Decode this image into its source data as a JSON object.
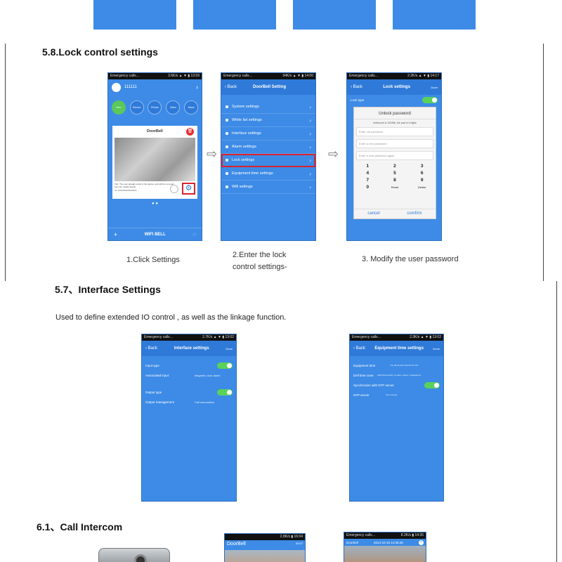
{
  "lock_section": {
    "title": "5.8.Lock control settings",
    "step1_caption": "1.Click Settings",
    "step2_caption_line1": "2.Enter the lock",
    "step2_caption_line2": "control settings-",
    "step3_caption": "3. Modify the user password"
  },
  "phone1": {
    "status_left": "Emergency calls…",
    "status_right": "3.6K/s ▲ ▼ ▮ 13:59",
    "device_id": "111111",
    "modes": [
      "Intro",
      "Record",
      "Picture",
      "Video",
      "Mood"
    ],
    "card_title": "DoorBell",
    "notice_text": "Tips: The user already exists in the device, and will be removed from the mobile device.",
    "notice_sub": "ID: 1000000000000000",
    "bottom_title": "WIFI BELL"
  },
  "phone2": {
    "status_left": "Emergency calls…",
    "status_right": "94K/s ▲ ▼ ▮ 14:00",
    "back": "Back",
    "title": "DoorBell Setting",
    "items": [
      "System settings",
      "White list settings",
      "Interface settings",
      "Alarm settings",
      "Lock settings",
      "Equipment time settings",
      "Wifi settings"
    ]
  },
  "phone3": {
    "status_left": "Emergency calls…",
    "status_right": "2.2K/s ▲ ▼ ▮ 14:17",
    "back": "Back",
    "title": "Lock settings",
    "done": "Done",
    "bg_row": "Lock type",
    "dialog_title": "Unlock password",
    "dialog_hint": "Initial pwd is 123456, the pwd is 6 digits",
    "field_old": "Enter old password",
    "field_new": "Enter a new password",
    "field_again": "Enter a new password again",
    "keys": [
      "1",
      "2",
      "3",
      "4",
      "5",
      "6",
      "7",
      "8",
      "9",
      "0",
      "Reset",
      "Delete"
    ],
    "cancel": "cancel",
    "confirm": "comfirm"
  },
  "interface_section": {
    "title": "5.7、Interface Settings",
    "description": "Used to define extended IO control , as well as the linkage function."
  },
  "phone4": {
    "status_left": "Emergency calls…",
    "status_right": "2.7K/s ▲ ▼ ▮ 13:02",
    "back": "Back",
    "title": "Interface settings",
    "done": "Done",
    "rows": [
      {
        "k": "Input type",
        "v": ""
      },
      {
        "k": "Associated input",
        "v": "Magnetic door alarm"
      },
      {
        "k": "Output type",
        "v": ""
      },
      {
        "k": "Output management",
        "v": "Call association"
      }
    ]
  },
  "phone5": {
    "status_left": "Emergency calls…",
    "status_right": "2.3K/s ▲ ▼ ▮ 13:02",
    "back": "Back",
    "title": "Equipment time settings",
    "done": "Done",
    "rows": [
      {
        "k": "Equipment time",
        "v": "Thu 09.04.2014 09:03:15 UTC"
      },
      {
        "k": "Dell time zone",
        "v": "GMT(Greenwich) London, Lisbon, Casablanca"
      },
      {
        "k": "Synchronize with NTP server",
        "v": ""
      },
      {
        "k": "NTP server",
        "v": "time.nist.gov"
      }
    ]
  },
  "intercom_section": {
    "title": "6.1、Call Intercom"
  },
  "phone6": {
    "status_right": "2.8K/s ▮ 16:04",
    "title": "DoorBell",
    "sub": "09:07"
  },
  "phone7": {
    "status_left": "Emergency calls…",
    "status_right": "8.2K/s ▮ 14:35",
    "title": "Doorbell",
    "datetime": "2014-10-16 14:35:26"
  },
  "colors": {
    "phone_blue": "#3d8be6",
    "highlight_red": "#d9232d",
    "toggle_green": "#5ad15a"
  }
}
